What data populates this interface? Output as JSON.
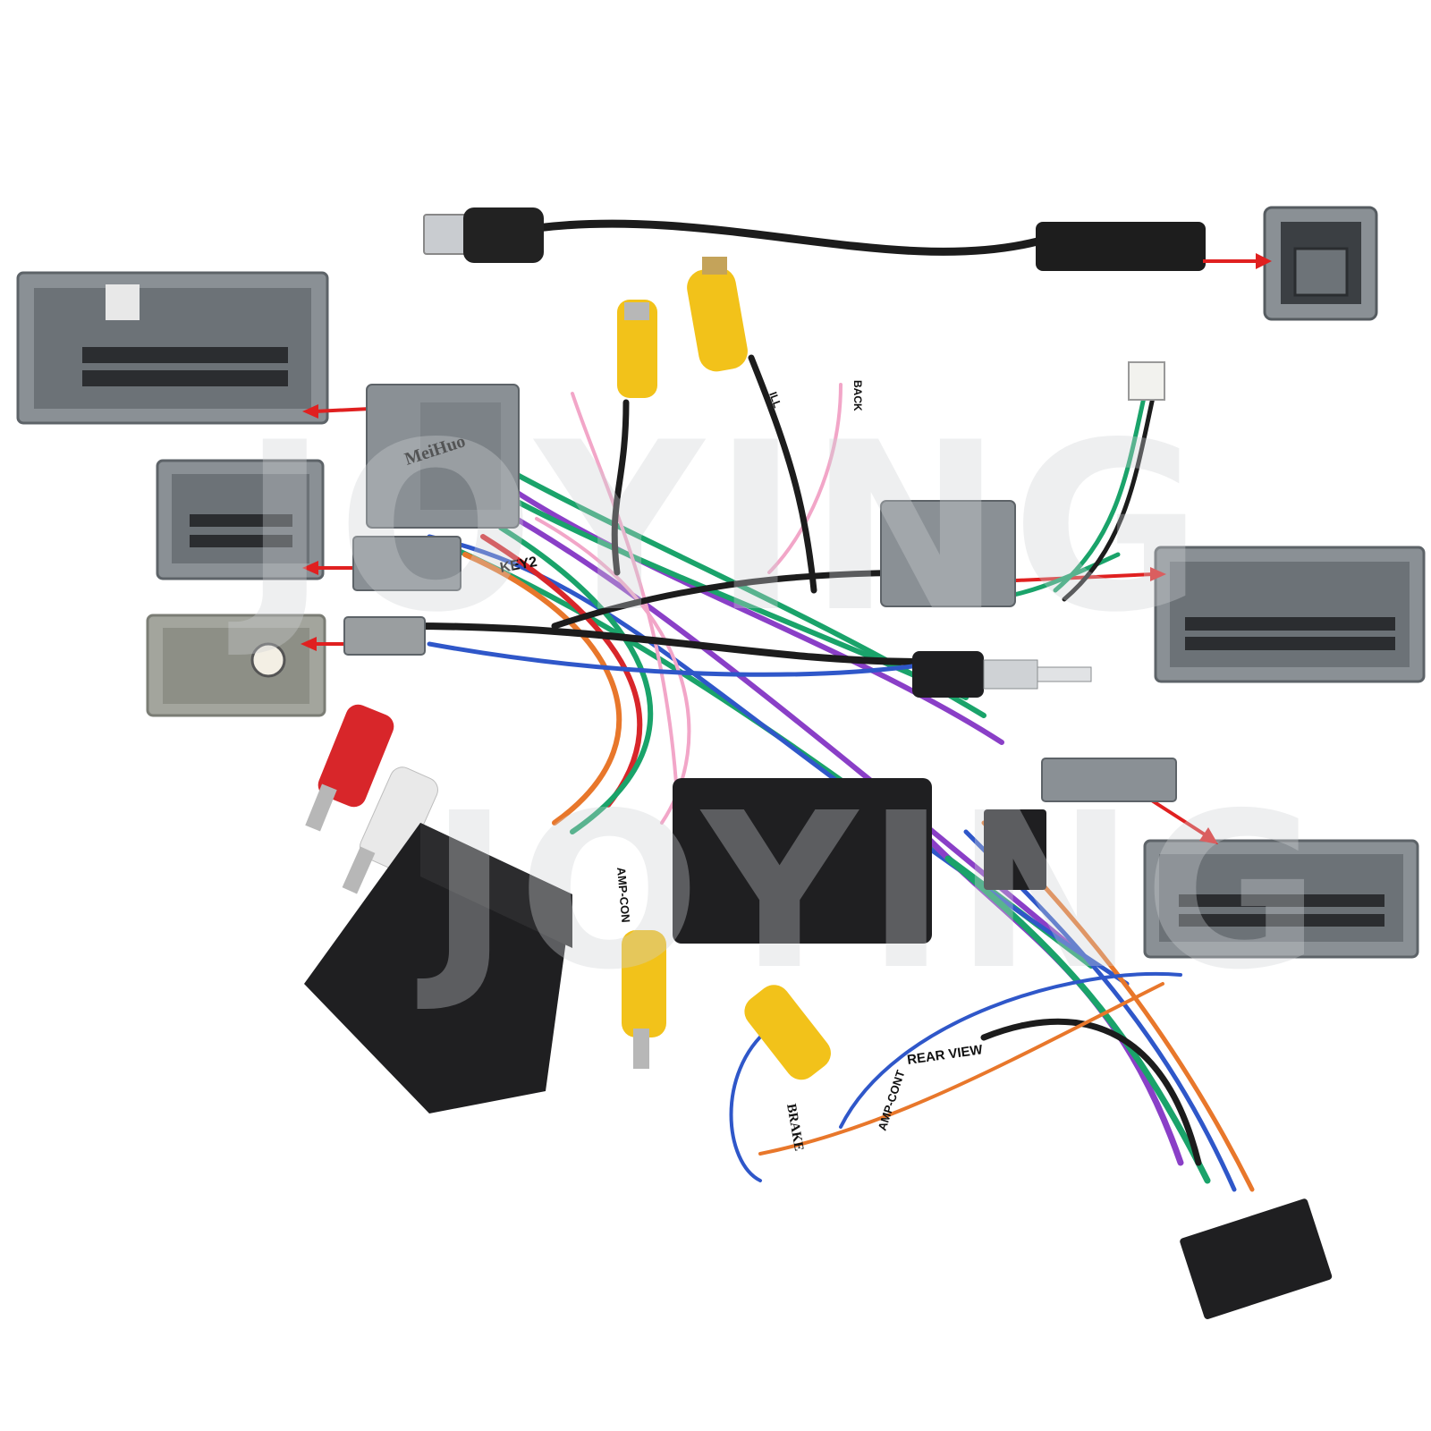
{
  "product": {
    "harness_brand": "MeiHuo",
    "labels": {
      "key2": "KEY2",
      "rear_view": "REAR VIEW",
      "brake": "BRAKE",
      "amp_cont": "AMP-CONT",
      "amp_con": "AMP-CON",
      "ill": "ILL",
      "back": "BACK"
    },
    "watermark": "JOYING"
  },
  "colors": {
    "connector_grey": "#8a9095",
    "connector_dark": "#5d6368",
    "box_black": "#1f1f21",
    "rca_yellow": "#f2c21a",
    "rca_red": "#d8262a",
    "rca_white": "#e9e9e9",
    "arrow_red": "#e02020",
    "wire_green": "#1aa36a",
    "wire_purple": "#8a3fc7",
    "wire_blue": "#2f57c9",
    "wire_orange": "#e8772b",
    "wire_pink": "#f2a6c8"
  }
}
